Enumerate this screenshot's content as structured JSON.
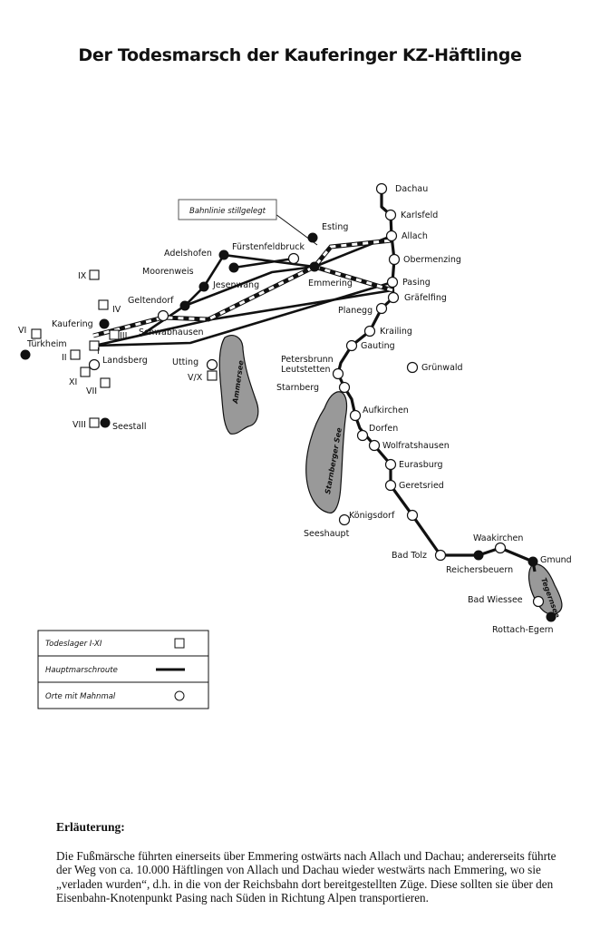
{
  "title": "Der Todesmarsch der Kauferinger KZ-Häftlinge",
  "callout": "Bahnlinie stillgelegt",
  "places": {
    "dachau": "Dachau",
    "karlsfeld": "Karlsfeld",
    "allach": "Allach",
    "obermenzing": "Obermenzing",
    "pasing": "Pasing",
    "graefelfing": "Gräfelfing",
    "planegg": "Planegg",
    "krailing": "Krailing",
    "gauting": "Gauting",
    "gruenwald": "Grünwald",
    "petersbrunn": "Petersbrunn",
    "leutstetten": "Leutstetten",
    "starnberg": "Starnberg",
    "aufkirchen": "Aufkirchen",
    "dorfen": "Dorfen",
    "wolfratshausen": "Wolfratshausen",
    "eurasburg": "Eurasburg",
    "geretsried": "Geretsried",
    "koenigsdorf": "Königsdorf",
    "seeshaupt": "Seeshaupt",
    "badtoelz": "Bad Tolz",
    "reichersbeuern": "Reichersbeuern",
    "waakirchen": "Waakirchen",
    "gmund": "Gmund",
    "badwiessee": "Bad Wiessee",
    "rottach": "Rottach-Egern",
    "esting": "Esting",
    "fuerstenfeldbruck": "Fürstenfeldbruck",
    "emmering": "Emmering",
    "adelshofen": "Adelshofen",
    "moorenweis": "Moorenweis",
    "jesenwang": "Jesenwang",
    "geltendorf": "Geltendorf",
    "kaufering": "Kaufering",
    "schwabhausen": "Schwabhausen",
    "tuerkheim": "Türkheim",
    "landsberg": "Landsberg",
    "utting": "Utting",
    "seestall": "Seestall"
  },
  "camps": {
    "I": "I",
    "II": "II",
    "III": "III",
    "IV": "IV",
    "VI": "VI",
    "VII": "VII",
    "VIII": "VIII",
    "IX": "IX",
    "XI": "XI",
    "VX": "V/X"
  },
  "lakes": {
    "ammersee": "Ammersee",
    "starnberger": "Starnberger See",
    "tegernsee": "Tegernsee"
  },
  "legend": {
    "camps": "Todeslager I-XI",
    "route": "Hauptmarschroute",
    "memorial": "Orte mit Mahnmal"
  },
  "explanation": {
    "heading": "Erläuterung:",
    "text": "Die Fußmärsche führten einerseits über Emmering ostwärts nach Allach und Dachau; andererseits führte der Weg von ca. 10.000 Häftlingen von Allach und Dachau wieder westwärts nach Emmering, wo sie „verladen wurden“, d.h. in die von der Reichsbahn dort bereitgestellten Züge. Diese sollten sie über den Eisenbahn-Knotenpunkt Pasing nach Süden in Richtung Alpen transportieren."
  }
}
